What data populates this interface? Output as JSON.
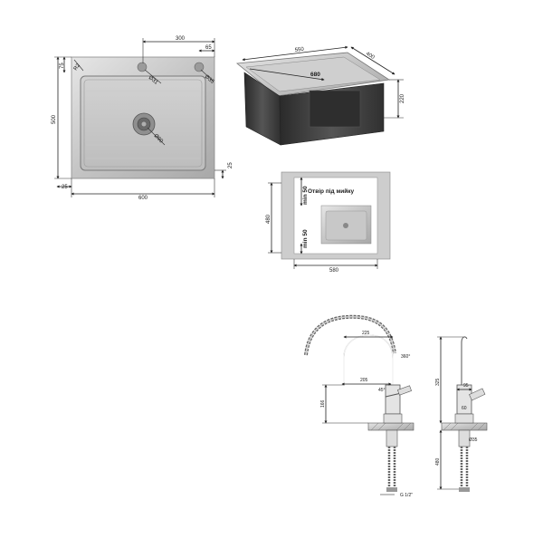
{
  "top_view": {
    "dims": {
      "top_width": "300",
      "right_offset": "65",
      "left_offset": "75",
      "corner_radius": "R2",
      "hole1": "Ø31",
      "hole2": "Ø35",
      "height": "500",
      "drain": "Ø90",
      "side_gap": "25",
      "bottom_gap": "25",
      "width": "600"
    }
  },
  "persp_view": {
    "dims": {
      "length": "550",
      "width": "400",
      "diagonal": "680",
      "depth": "220"
    }
  },
  "cutout": {
    "caption": "Отвір під мийку",
    "min_top": "min 50",
    "min_bottom": "min 50",
    "height": "480",
    "width": "580"
  },
  "faucet": {
    "dims": {
      "reach": "225",
      "rotation": "360°",
      "spout_reach": "205",
      "spout_height": "166",
      "angle": "45°",
      "total_height": "325",
      "mount_dia": "Ø35",
      "thread": "G 1/2\"",
      "hose_len": "480",
      "dim_a": "95",
      "dim_b": "60"
    }
  },
  "colors": {
    "steel_light": "#d8d8d8",
    "steel_mid": "#b5b5b5",
    "steel_dark": "#3a3a3a",
    "line": "#222222"
  }
}
